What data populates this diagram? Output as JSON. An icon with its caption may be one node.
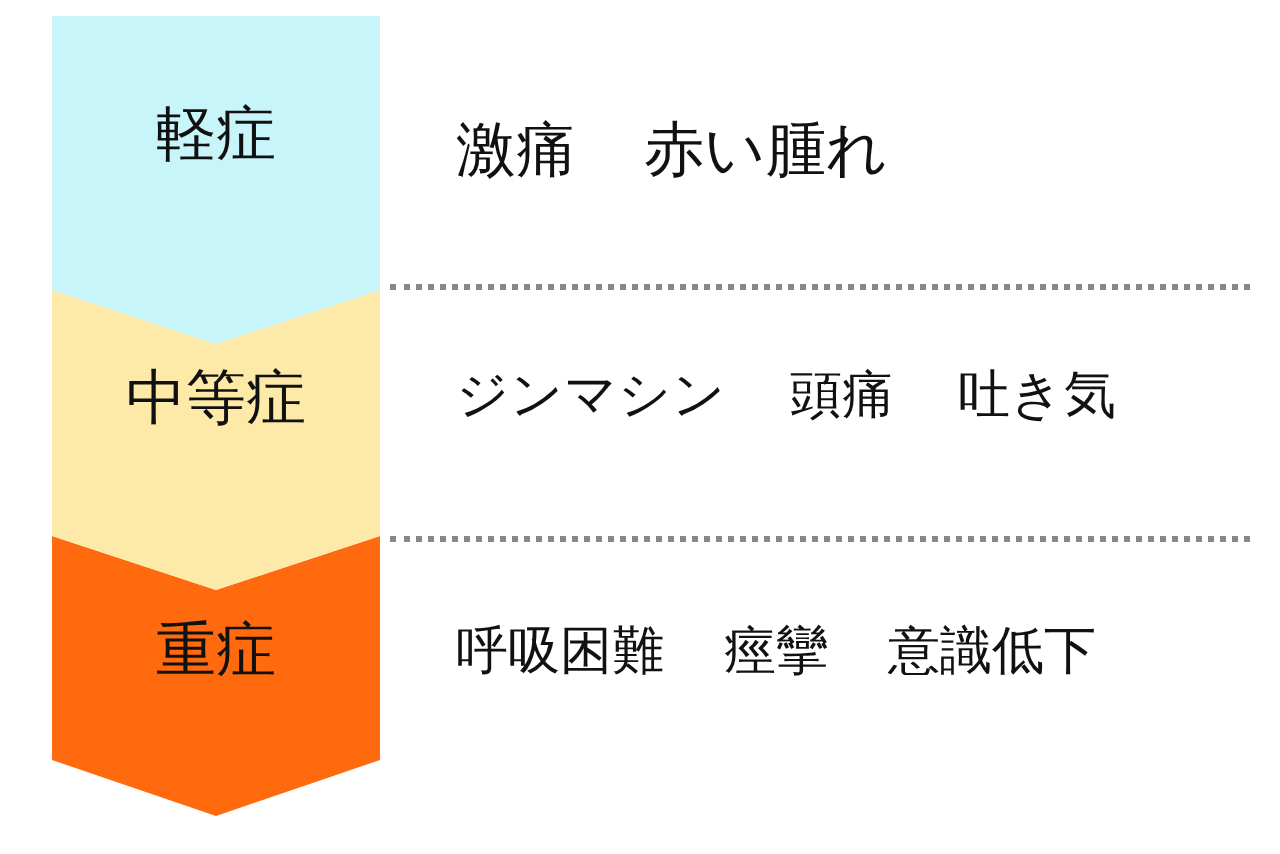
{
  "diagram": {
    "nodes": [
      {
        "text": [
          "軽症"
        ],
        "beside": [
          "激痛",
          "赤い腫れ"
        ]
      },
      {
        "text": [
          "中等症"
        ],
        "beside": [
          "ジンマシン",
          "頭痛",
          "吐き気"
        ]
      },
      {
        "text": [
          "重症"
        ],
        "beside": [
          "呼吸困難",
          "痙攣",
          "意識低下"
        ]
      }
    ]
  }
}
